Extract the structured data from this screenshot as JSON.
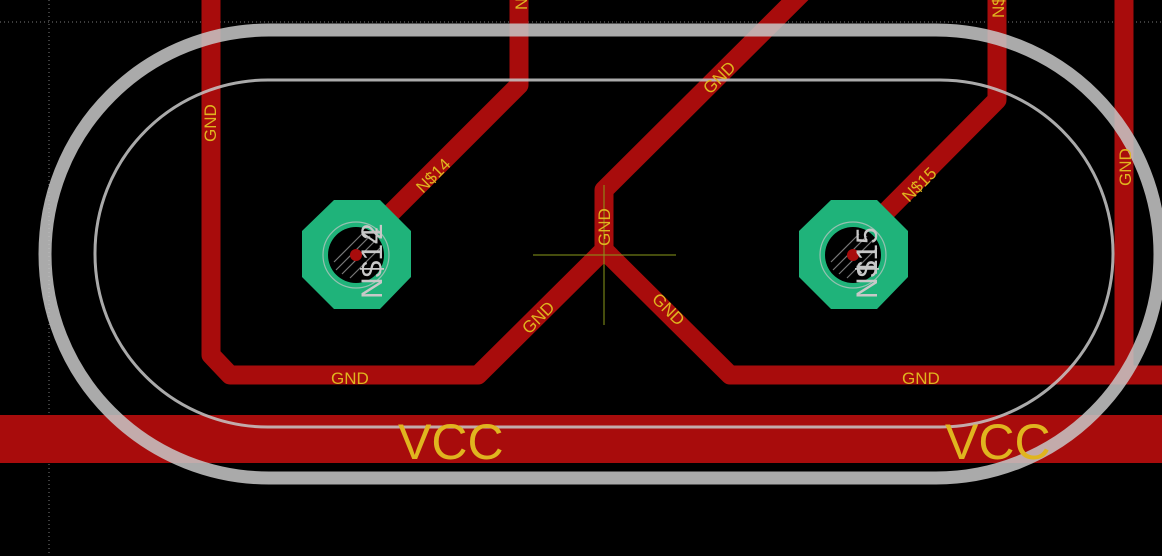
{
  "colors": {
    "background": "#000000",
    "trace": "#a80c0c",
    "trace_light": "#c01010",
    "outline": "#c8c8c8",
    "pad": "#1fb37a",
    "label": "#e0b51f",
    "pad_label": "#c8c8c8",
    "crosshair": "#8a9a1a",
    "grid": "#8a8a8a"
  },
  "nets": {
    "gnd": "GND",
    "vcc": "VCC",
    "n14": "N$14",
    "n15": "N$15",
    "n14_top": "N$14",
    "n15_top": "N$15"
  },
  "pads": {
    "left_number": "2",
    "left_net": "N$14",
    "right_number": "1",
    "right_net": "N$15"
  }
}
